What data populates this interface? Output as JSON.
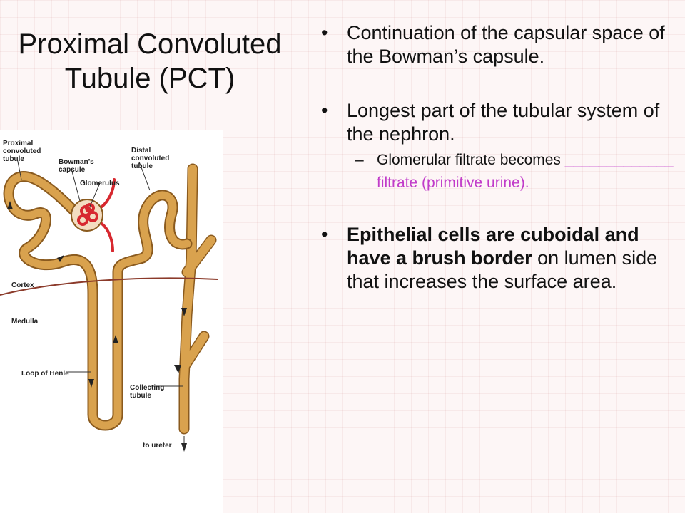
{
  "title": {
    "line1": "Proximal Convoluted",
    "line2": "Tubule (PCT)"
  },
  "bullets": {
    "b1": "Continuation of the capsular space of the Bowman’s capsule.",
    "b2": "Longest part of the tubular system of the nephron.",
    "b2_sub": {
      "prefix": "Glomerular filtrate becomes",
      "blank": "_____________",
      "suffix": " filtrate (primitive urine)."
    },
    "b3": {
      "bold": "Epithelial cells are cuboidal and have a brush border",
      "rest": " on lumen side that increases the surface area."
    }
  },
  "diagram": {
    "labels": {
      "pct1": "Proximal",
      "pct2": "convoluted",
      "pct3": "tubule",
      "bc1": "Bowman’s",
      "bc2": "capsule",
      "glom": "Glomerulus",
      "dct1": "Distal",
      "dct2": "convoluted",
      "dct3": "tubule",
      "cortex": "Cortex",
      "medulla": "Medulla",
      "loop": "Loop of Henle",
      "ct1": "Collecting",
      "ct2": "tubule",
      "ureter": "to ureter"
    },
    "colors": {
      "tubule": "#d9a24e",
      "tubule_outline": "#8a5a1e",
      "glomerulus": "#d7282f",
      "boundary": "#8b3a2a"
    }
  }
}
